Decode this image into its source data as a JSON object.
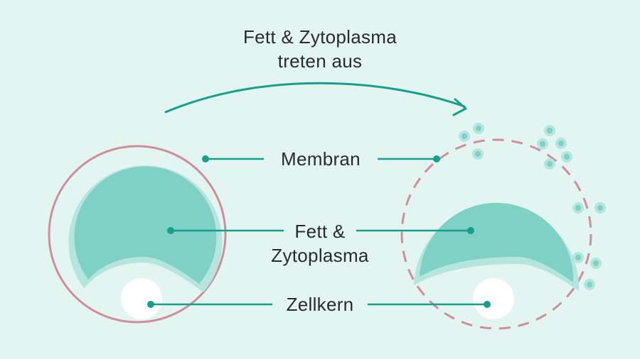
{
  "title": {
    "line1": "Fett & Zytoplasma",
    "line2": "treten aus"
  },
  "labels": {
    "membrane": "Membran",
    "fat_line1": "Fett &",
    "fat_line2": "Zytoplasma",
    "nucleus": "Zellkern"
  },
  "colors": {
    "background": "#e3f5f1",
    "membrane": "#cf8f9a",
    "cytoplasm": "#7fd1c6",
    "cytoplasm_rim": "#b5e6de",
    "connector": "#14a08a",
    "nucleus": "#ffffff"
  }
}
